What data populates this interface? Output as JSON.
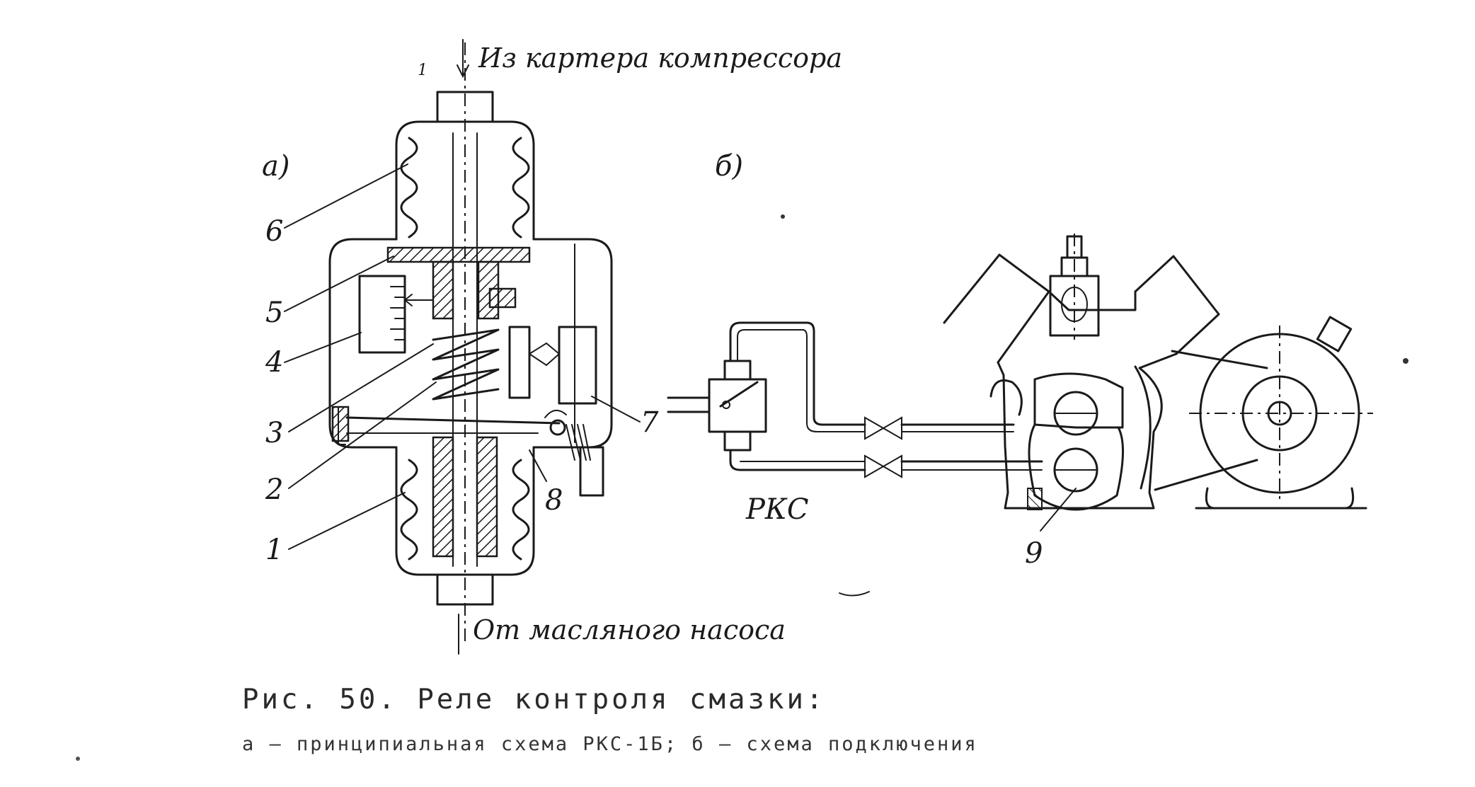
{
  "diagram": {
    "inlet_label": "Из картера компрессора",
    "outlet_label": "От масляного насоса",
    "panel_a": "а)",
    "panel_b": "б)",
    "relay_label": "РКС",
    "top_mark": "1",
    "parts": [
      "1",
      "2",
      "3",
      "4",
      "5",
      "6",
      "7",
      "8",
      "9"
    ]
  },
  "caption": {
    "title": "Рис. 50. Реле контроля смазки:",
    "subtitle": "а — принципиальная схема РКС-1Б; б — схема подключения"
  }
}
